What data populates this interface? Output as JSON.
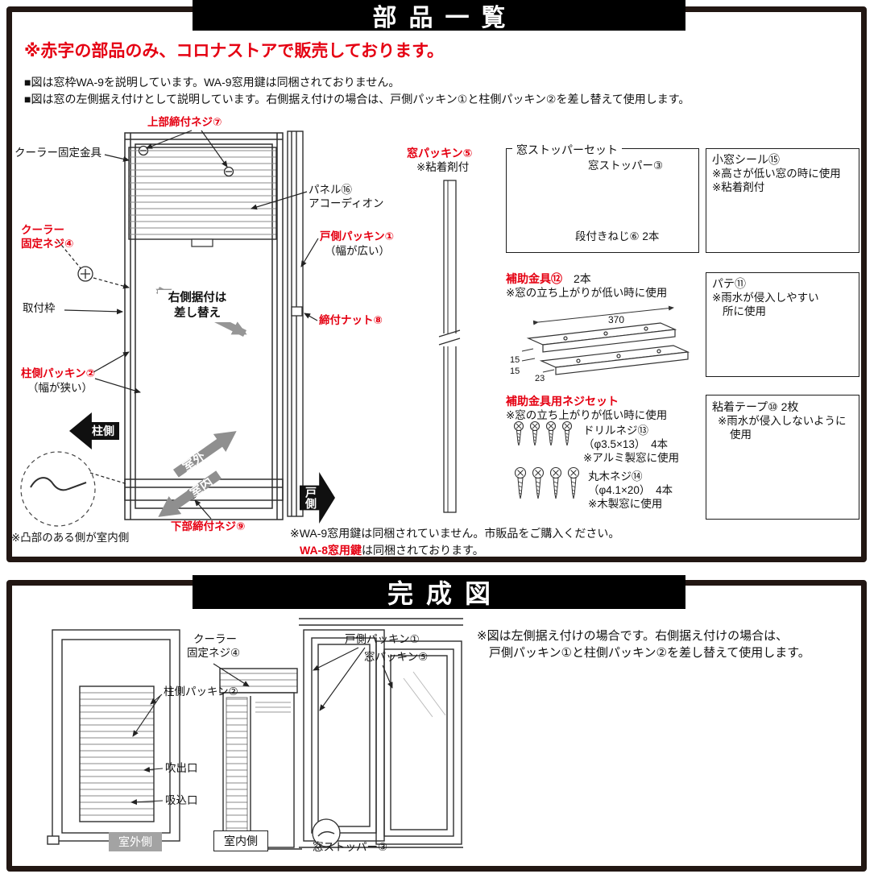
{
  "parts": {
    "title": "部品一覧",
    "notice": "※赤字の部品のみ、コロナストアで販売しております。",
    "notes": [
      "■図は窓枠WA-9を説明しています。WA-9窓用鍵は同梱されておりません。",
      "■図は窓の左側据え付けとして説明しています。右側据え付けの場合は、戸側パッキン①と柱側パッキン②を差し替えて使用します。"
    ],
    "diagram": {
      "upper_screw": "上部締付ネジ⑦",
      "cooler_bracket": "クーラー固定金具",
      "panel_line1": "パネル⑯",
      "panel_line2": "アコーディオン",
      "door_packing": "戸側パッキン①",
      "door_packing_note": "（幅が広い）",
      "cooler_screw_line1": "クーラー",
      "cooler_screw_line2": "固定ネジ④",
      "mount_frame": "取付枠",
      "swap_line1": "右側据付は",
      "swap_line2": "差し替え",
      "tight_nut": "締付ナット⑧",
      "pillar_packing": "柱側パッキン②",
      "pillar_packing_note": "（幅が狭い）",
      "pillar_side": "柱側",
      "outdoor": "室外",
      "indoor": "室内",
      "door_side": "戸側",
      "lower_screw": "下部締付ネジ⑨",
      "convex_note": "※凸部のある側が室内側"
    },
    "window_packing": {
      "title": "窓パッキン⑤",
      "note": "※粘着剤付"
    },
    "stopper_set": {
      "title": "窓ストッパーセット",
      "stopper_label": "窓ストッパー③",
      "screw_label": "段付きねじ⑥ 2本"
    },
    "small_window_seal": {
      "title": "小窓シール⑮",
      "note1": "※高さが低い窓の時に使用",
      "note2": "※粘着剤付"
    },
    "aux_bracket": {
      "title": "補助金具⑫",
      "count": "　2本",
      "note": "※窓の立ち上がりが低い時に使用",
      "dim_length": "370",
      "dim_h1": "15",
      "dim_h2": "15",
      "dim_w": "23"
    },
    "putty": {
      "title": "パテ⑪",
      "note1": "※雨水が侵入しやすい",
      "note2": "所に使用"
    },
    "aux_screw_set": {
      "title": "補助金具用ネジセット",
      "note": "※窓の立ち上がりが低い時に使用",
      "drill_name": "ドリルネジ⑬",
      "drill_spec": "（φ3.5×13）　4本",
      "drill_note": "※アルミ製窓に使用",
      "wood_name": "丸木ネジ⑭",
      "wood_spec": "（φ4.1×20）　4本",
      "wood_note": "※木製窓に使用"
    },
    "tape": {
      "title": "粘着テープ⑩ 2枚",
      "note1": "※雨水が侵入しないように",
      "note2": "使用"
    },
    "bottom_note": "※WA-9窓用鍵は同梱されていません。市販品をご購入ください。",
    "bottom_note2_red": "WA-8窓用鍵",
    "bottom_note2_black": "は同梱されております。"
  },
  "completed": {
    "title": "完成図",
    "note_line1": "※図は左側据え付けの場合です。右側据え付けの場合は、",
    "note_line2": "戸側パッキン①と柱側パッキン②を差し替えて使用します。",
    "labels": {
      "cooler_screw_line1": "クーラー",
      "cooler_screw_line2": "固定ネジ④",
      "door_packing": "戸側パッキン①",
      "window_packing": "窓パッキン⑤",
      "pillar_packing": "柱側パッキン②",
      "outlet": "吹出口",
      "inlet": "吸込口",
      "outdoor_tag": "室外側",
      "indoor_tag": "室内側",
      "stopper": "窓ストッパー③"
    }
  },
  "colors": {
    "accent_red": "#e50012",
    "frame_border": "#221713"
  }
}
